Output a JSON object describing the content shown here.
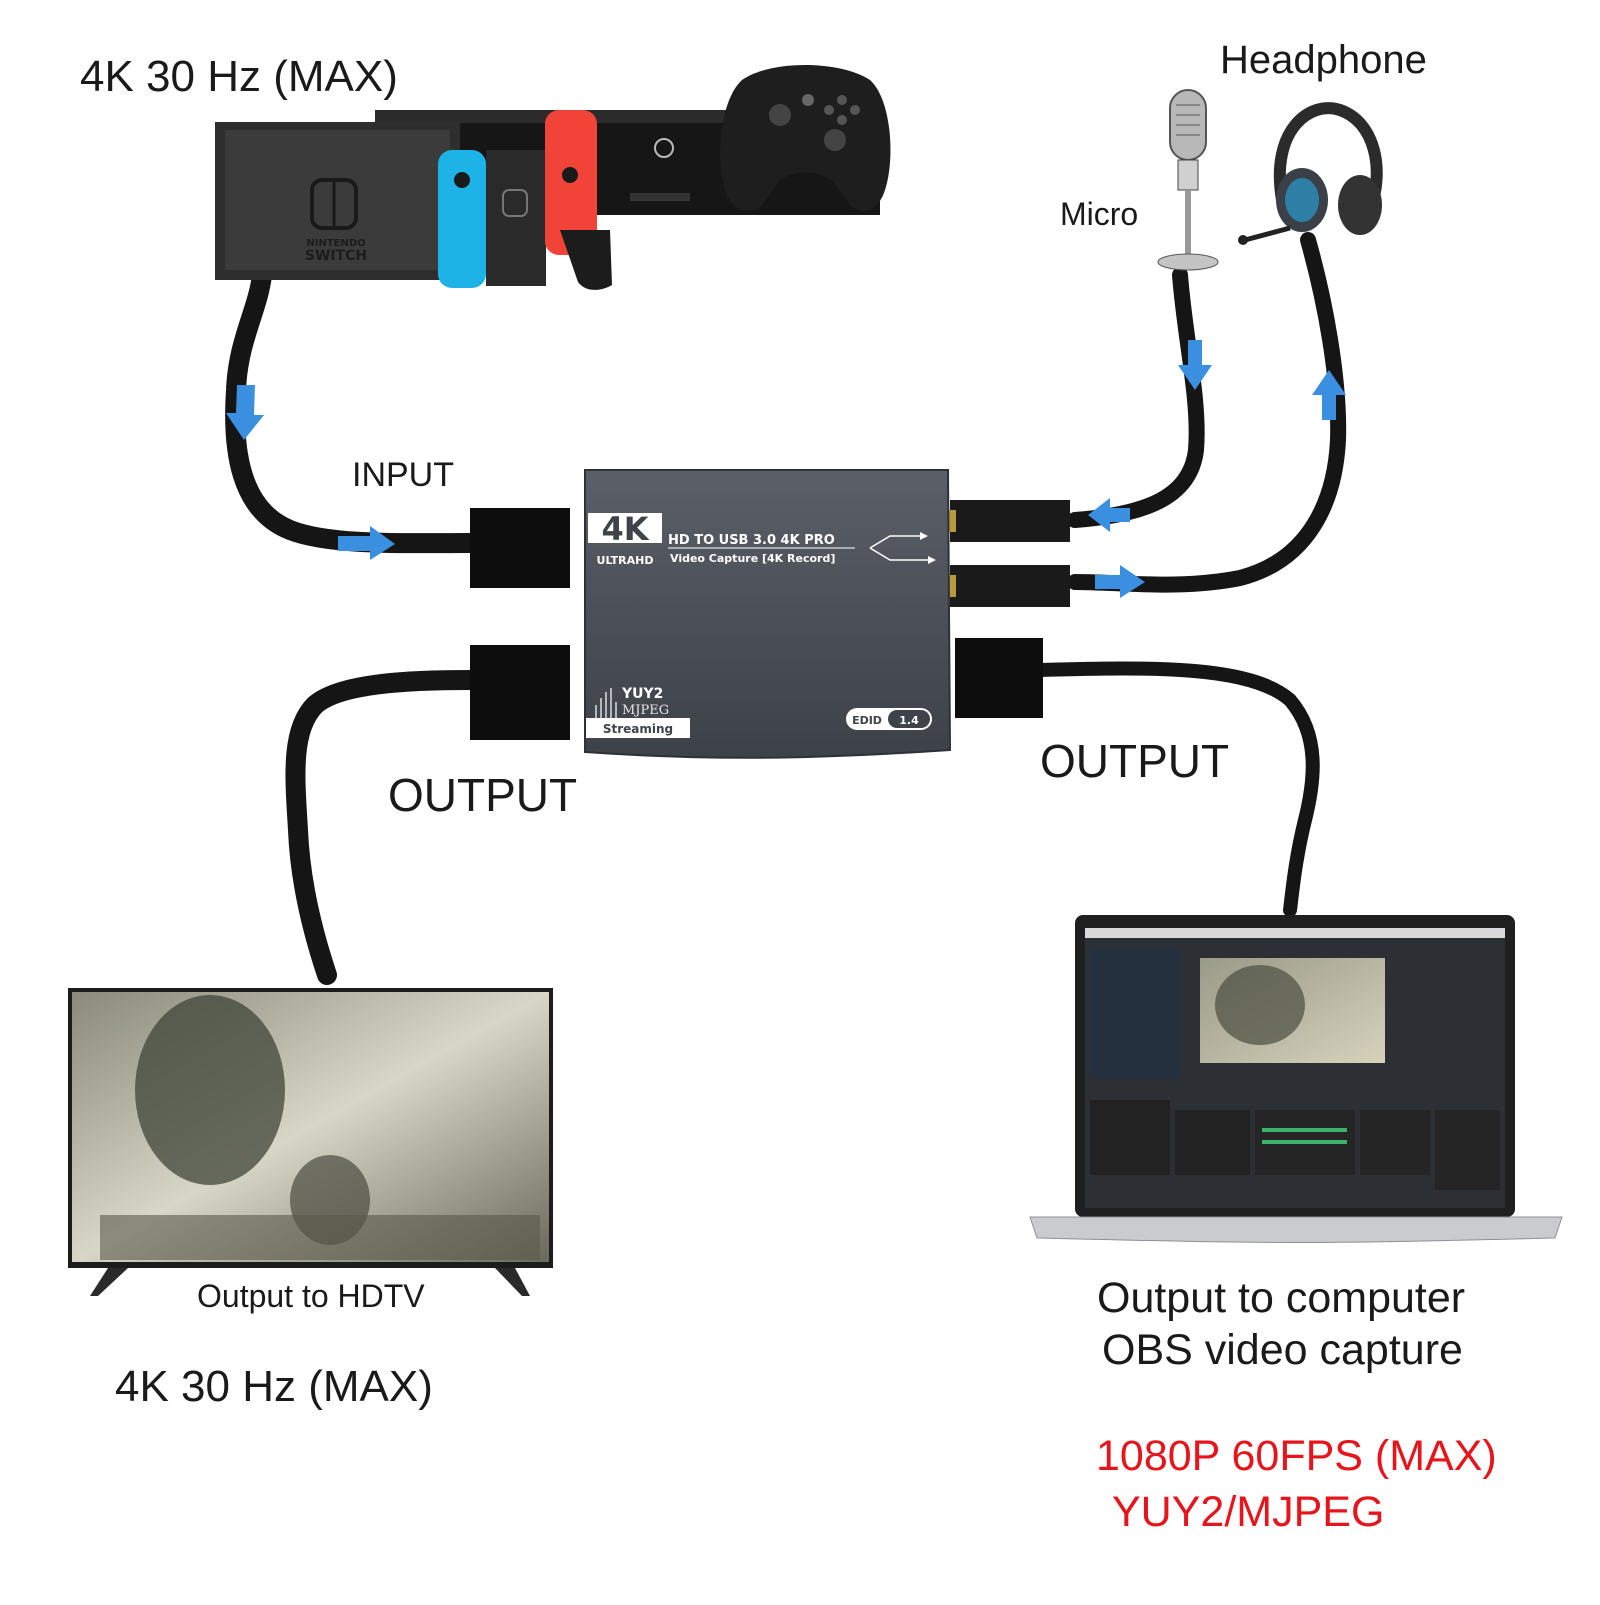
{
  "labels": {
    "input_max": "4K 30 Hz (MAX)",
    "headphone": "Headphone",
    "micro": "Micro",
    "input": "INPUT",
    "output_left": "OUTPUT",
    "output_right": "OUTPUT",
    "output_hdtv": "Output to HDTV",
    "output_max": "4K 30 Hz (MAX)",
    "output_computer_1": "Output to computer",
    "output_computer_2": "OBS video capture",
    "spec_1": "1080P 60FPS (MAX)",
    "spec_2": "YUY2/MJPEG"
  },
  "device": {
    "badge": "4K",
    "badge_sub": "ULTRAHD",
    "line1": "HD TO USB 3.0 4K PRO",
    "line2": "Video Capture [4K Record]",
    "yuy2": "YUY2",
    "mjpeg": "MJPEG",
    "streaming": "Streaming",
    "edid": "EDID",
    "edid_ver": "1.4"
  },
  "consoles": {
    "switch_brand_1": "NINTENDO",
    "switch_brand_2": "SWITCH"
  },
  "colors": {
    "arrow": "#3a8fe0",
    "cable": "#151515",
    "device": "#4a4e56",
    "spec_text": "#e8141b"
  },
  "icons": [
    "nintendo-switch-console",
    "xbox-console",
    "game-controller",
    "microphone",
    "gaming-headset",
    "hdtv-screen",
    "laptop-obs-screen"
  ]
}
